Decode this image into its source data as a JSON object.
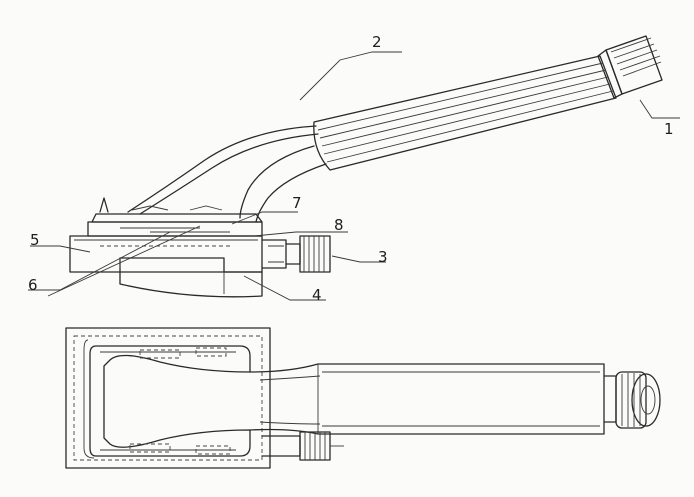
{
  "labels": {
    "l1": "1",
    "l2": "2",
    "l3": "3",
    "l4": "4",
    "l5": "5",
    "l6": "6",
    "l7": "7",
    "l8": "8"
  },
  "colors": {
    "ink": "#2a2a2a",
    "paper": "#fbfbf9"
  }
}
